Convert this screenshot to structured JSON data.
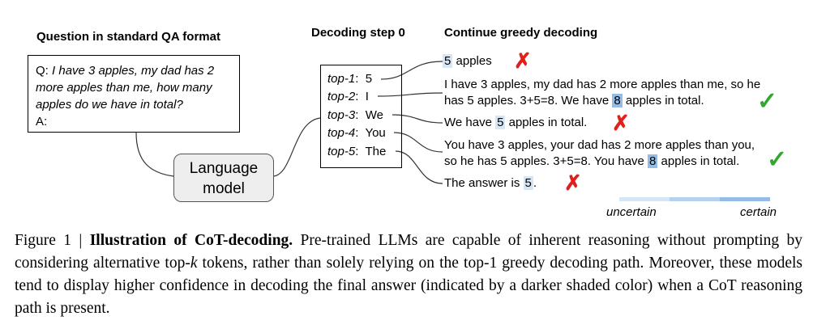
{
  "headings": {
    "question": "Question in standard QA format",
    "decoding_step": "Decoding step 0",
    "continue": "Continue greedy decoding"
  },
  "question": {
    "prefix": "Q: ",
    "text_line1": "I have 3 apples, my dad has 2",
    "text_line2": "more apples than me, how many",
    "text_line3": "apples do we have in total?",
    "answer_label": "A:"
  },
  "model": {
    "line1": "Language",
    "line2": "model"
  },
  "tokens": [
    {
      "rank": "top-1",
      "sep": ":",
      "token": "5"
    },
    {
      "rank": "top-2",
      "sep": ":",
      "token": "I"
    },
    {
      "rank": "top-3",
      "sep": ":",
      "token": "We"
    },
    {
      "rank": "top-4",
      "sep": ":",
      "token": "You"
    },
    {
      "rank": "top-5",
      "sep": ":",
      "token": "The"
    }
  ],
  "outputs": {
    "o1": {
      "ans": "5",
      "rest": " apples",
      "mark": "✗"
    },
    "o2": {
      "line1": "I have 3 apples, my dad has 2 more apples than me, so he",
      "line2_pre": "has 5 apples. 3+5=8. We have ",
      "ans": "8",
      "line2_post": " apples in total.",
      "mark": "✓"
    },
    "o3": {
      "pre": "We have ",
      "ans": "5",
      "post": " apples in total.",
      "mark": "✗"
    },
    "o4": {
      "line1": "You have 3 apples, your dad has 2 more apples than you,",
      "line2_pre": "so he has 5 apples. 3+5=8. You have ",
      "ans": "8",
      "line2_post": " apples in total.",
      "mark": "✓"
    },
    "o5": {
      "pre": "The answer is ",
      "ans": "5",
      "post": ".",
      "mark": "✗"
    }
  },
  "legend": {
    "low": "uncertain",
    "high": "certain"
  },
  "caption": {
    "label": "Figure 1 | ",
    "title": "Illustration of CoT-decoding.",
    "p1": " Pre-trained LLMs are capable of inherent reasoning without prompting by considering alternative top-",
    "k": "k",
    "p2": " tokens, rather than solely relying on the top-1 greedy decoding path. Moreover, these models tend to display higher confidence in decoding the final answer (indicated by a darker shaded color) when a CoT reasoning path is present."
  },
  "colors": {
    "wrong": "#e0201b",
    "right": "#2fa82f",
    "shade_light": "#d6e6f5",
    "shade_dark": "#93bde6"
  }
}
